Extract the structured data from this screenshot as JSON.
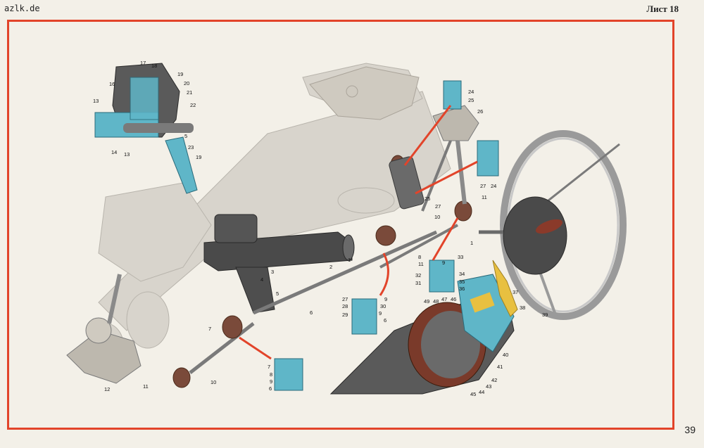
{
  "header": {
    "watermark": "azlk.de",
    "sheet_label": "Лист 18"
  },
  "footer": {
    "page_number": "39"
  },
  "colors": {
    "frame": "#e2442a",
    "paper": "#f3f0e8",
    "component_dark": "#4a4a4a",
    "chassis_light": "#d8d4cc",
    "cutaway_blue": "#5fb6c8",
    "cutaway_brown": "#8a4a3a",
    "pointer_red": "#e2442a",
    "highlight_yellow": "#e8c040"
  },
  "callouts": {
    "n1": "1",
    "n2": "2",
    "n3": "3",
    "n4": "4",
    "n5": "5",
    "n6": "6",
    "n7": "7",
    "n8": "8",
    "n9": "9",
    "n10": "10",
    "n11": "11",
    "n12": "12",
    "n13": "13",
    "n14": "14",
    "n16": "16",
    "n17": "17",
    "n18": "18",
    "n19": "19",
    "n20": "20",
    "n21": "21",
    "n22": "22",
    "n23": "23",
    "n24": "24",
    "n25": "25",
    "n26": "26",
    "n27": "27",
    "n28": "28",
    "n29": "29",
    "n30": "30",
    "n31": "31",
    "n32": "32",
    "n33": "33",
    "n34": "34",
    "n35": "35",
    "n36": "36",
    "n37": "37",
    "n38": "38",
    "n39": "39",
    "n40": "40",
    "n41": "41",
    "n42": "42",
    "n43": "43",
    "n44": "44",
    "n45": "45",
    "n46": "46",
    "n47": "47",
    "n48": "48",
    "n49": "49"
  }
}
